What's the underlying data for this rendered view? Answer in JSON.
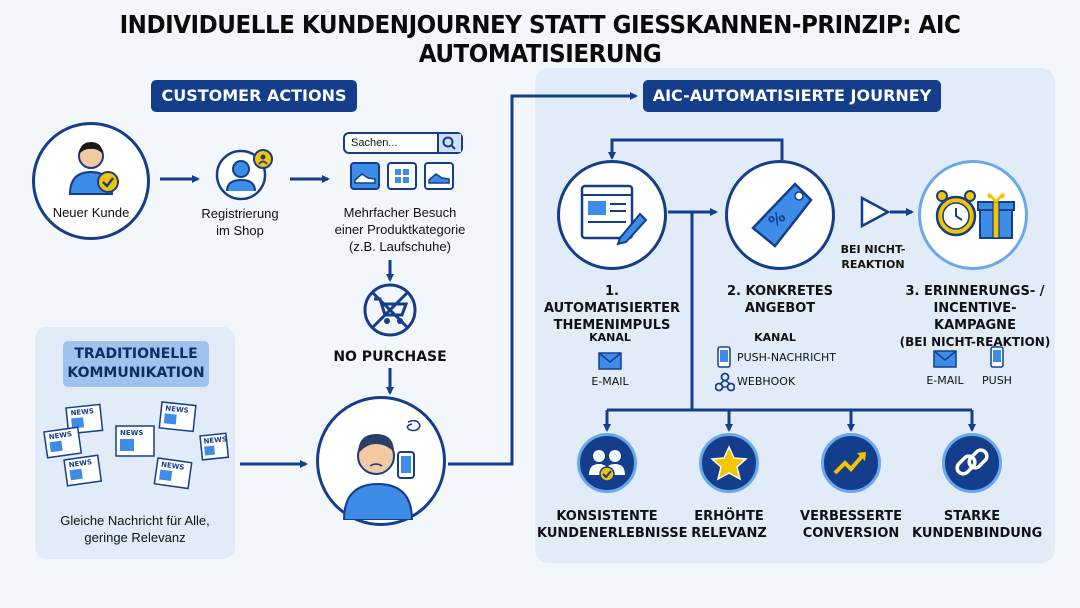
{
  "title": "INDIVIDUELLE KUNDENJOURNEY STATT GIESSKANNEN-PRINZIP: AIC AUTOMATISIERUNG",
  "customer_actions": {
    "header": "CUSTOMER ACTIONS",
    "new_customer": "Neuer Kunde",
    "registration_line1": "Registrierung",
    "registration_line2": "im Shop",
    "search_placeholder": "Sachen...",
    "visit_line1": "Mehrfacher Besuch",
    "visit_line2": "einer Produktkategorie",
    "visit_line3": "(z.B. Laufschuhe)",
    "no_purchase": "NO PURCHASE"
  },
  "traditional": {
    "header_line1": "TRADITIONELLE",
    "header_line2": "KOMMUNIKATION",
    "news_label": "NEWS",
    "caption_line1": "Gleiche Nachricht für Alle,",
    "caption_line2": "geringe Relevanz"
  },
  "journey": {
    "header": "AIC-AUTOMATISIERTE JOURNEY",
    "step1_line1": "1. AUTOMATISIERTER",
    "step1_line2": "THEMENIMPULS",
    "step2_line1": "2. KONKRETES",
    "step2_line2": "ANGEBOT",
    "step3_line1": "3. ERINNERUNGS- /",
    "step3_line2": "INCENTIVE-KAMPAGNE",
    "step3_line3": "(BEI NICHT-REAKTION)",
    "no_reaction_line1": "BEI NICHT-",
    "no_reaction_line2": "REAKTION",
    "channel_label": "KANAL",
    "email": "E-MAIL",
    "push_message": "PUSH-NACHRICHT",
    "webhook": "WEBHOOK",
    "push": "PUSH"
  },
  "benefits": {
    "b1_line1": "KONSISTENTE",
    "b1_line2": "KUNDENERLEBNISSE",
    "b2_line1": "ERHÖHTE",
    "b2_line2": "RELEVANZ",
    "b3_line1": "VERBESSERTE",
    "b3_line2": "CONVERSION",
    "b4_line1": "STARKE",
    "b4_line2": "KUNDENBINDUNG"
  },
  "colors": {
    "navy": "#143e8c",
    "accent_blue": "#3d8ce8",
    "yellow": "#f5c400",
    "panel": "#e2ecf8"
  }
}
